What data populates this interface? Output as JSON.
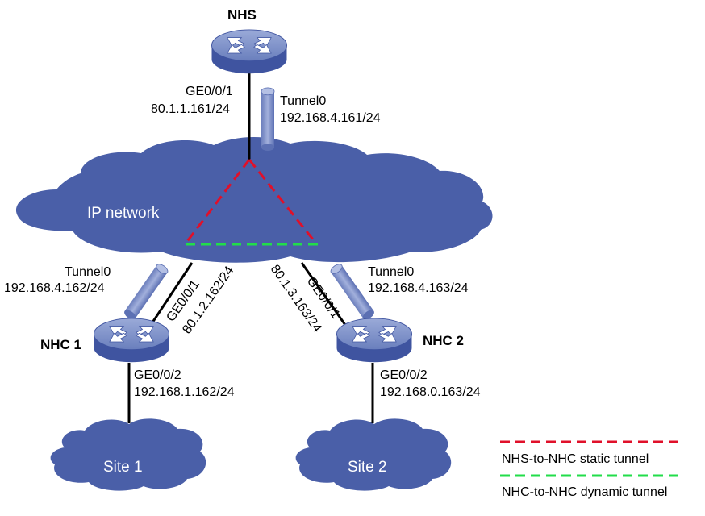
{
  "devices": {
    "nhs": {
      "name": "NHS"
    },
    "nhc1": {
      "name": "NHC 1"
    },
    "nhc2": {
      "name": "NHC 2"
    }
  },
  "clouds": {
    "ip_network": "IP network",
    "site1": "Site 1",
    "site2": "Site 2"
  },
  "interfaces": {
    "nhs_ge": "GE0/0/1",
    "nhs_ge_ip": "80.1.1.161/24",
    "nhs_tunnel": "Tunnel0",
    "nhs_tunnel_ip": "192.168.4.161/24",
    "nhc1_tunnel": "Tunnel0",
    "nhc1_tunnel_ip": "192.168.4.162/24",
    "nhc1_ge1": "GE0/0/1",
    "nhc1_ge1_ip": "80.1.2.162/24",
    "nhc1_ge2": "GE0/0/2",
    "nhc1_ge2_ip": "192.168.1.162/24",
    "nhc2_tunnel": "Tunnel0",
    "nhc2_tunnel_ip": "192.168.4.163/24",
    "nhc2_ge1": "GE0/0/1",
    "nhc2_ge1_ip": "80.1.3.163/24",
    "nhc2_ge2": "GE0/0/2",
    "nhc2_ge2_ip": "192.168.0.163/24"
  },
  "legend": {
    "static": "NHS-to-NHC  static tunnel",
    "dynamic": "NHC-to-NHC  dynamic tunnel"
  },
  "colors": {
    "cloud": "#4a5fa8",
    "router_top": "#7f93c8",
    "router_side": "#3f54a0",
    "tunnel_pipe": "#7e90c4",
    "static_tunnel": "#e0102a",
    "dynamic_tunnel": "#22dd4a"
  }
}
